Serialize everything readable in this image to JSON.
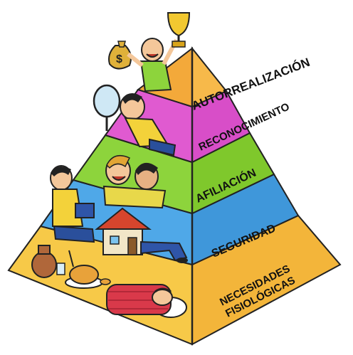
{
  "diagram": {
    "levels": [
      {
        "key": "physiological",
        "label_lines": [
          "NECESIDADES",
          "FISIOLÓGICAS"
        ],
        "color_front": "#f7c948",
        "color_side": "#e0a826",
        "illustration": "sleeping-man-with-food"
      },
      {
        "key": "safety",
        "label_lines": [
          "SEGURIDAD"
        ],
        "color_front": "#4fa8e8",
        "color_side": "#2f86c8",
        "illustration": "man-resting-by-house"
      },
      {
        "key": "belonging",
        "label_lines": [
          "AFILIACIÓN"
        ],
        "color_front": "#8dd43c",
        "color_side": "#6cb620",
        "illustration": "friends-group"
      },
      {
        "key": "esteem",
        "label_lines": [
          "RECONOCIMIENTO"
        ],
        "color_front": "#e05ad0",
        "color_side": "#c03cb2",
        "illustration": "man-with-mirror"
      },
      {
        "key": "self-actualization",
        "label_lines": [
          "AUTORREALIZACIÓN"
        ],
        "color_front": "#f3a93a",
        "color_side": "#d98a1c",
        "illustration": "man-with-trophy-and-money"
      }
    ]
  }
}
